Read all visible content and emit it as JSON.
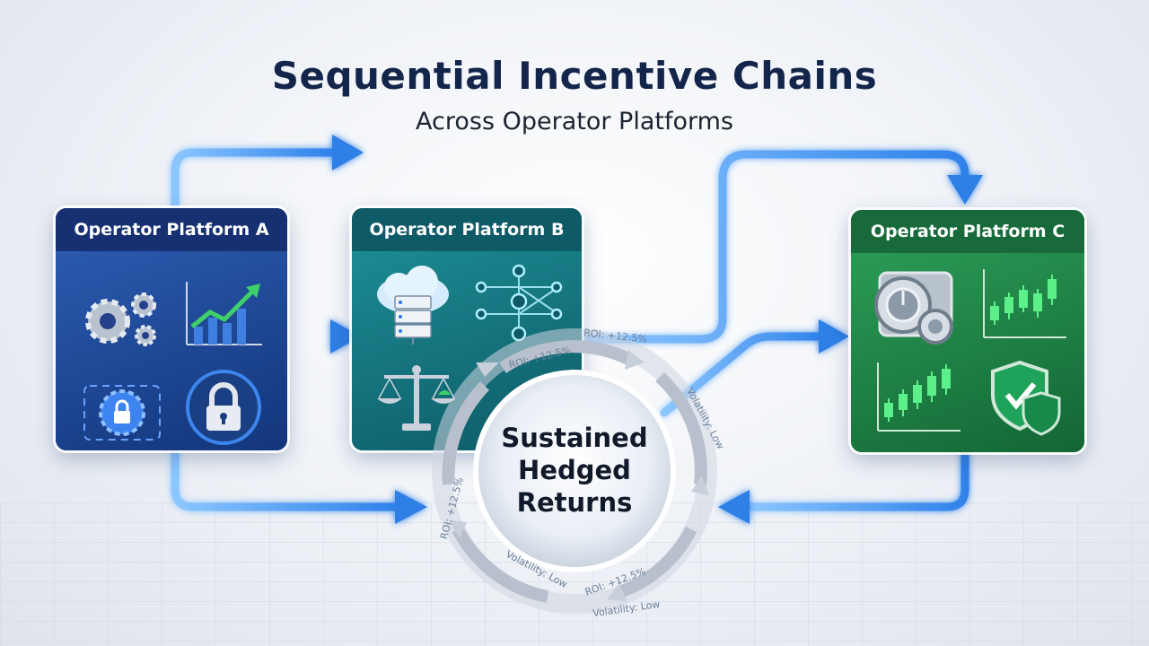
{
  "title": "Sequential Incentive Chains",
  "subtitle": "Across Operator Platforms",
  "platforms": {
    "a": {
      "label": "Operator Platform A",
      "icons": [
        "gears-icon",
        "growth-chart-icon",
        "secure-gear-icon",
        "padlock-icon"
      ]
    },
    "b": {
      "label": "Operator Platform B",
      "icons": [
        "cloud-server-icon",
        "network-nodes-icon",
        "balance-scale-icon"
      ]
    },
    "c": {
      "label": "Operator Platform C",
      "icons": [
        "vault-dial-icon",
        "candlestick-chart-icon",
        "candlestick-chart-icon",
        "shield-check-icon"
      ]
    }
  },
  "hub": {
    "line1": "Sustained",
    "line2": "Hedged",
    "line3": "Returns"
  },
  "ring_labels": [
    "ROI: +12.5%",
    "ROI: +12.5%",
    "Volatility: Low",
    "ROI: +12.5%",
    "ROI: +12.5%",
    "Volatility: Low",
    "Volatility: Low"
  ],
  "colors": {
    "title": "#13254a",
    "flow": "#3a8ff0",
    "platform_a": "#163072",
    "platform_b": "#0f5a67",
    "platform_c": "#186a3a"
  }
}
